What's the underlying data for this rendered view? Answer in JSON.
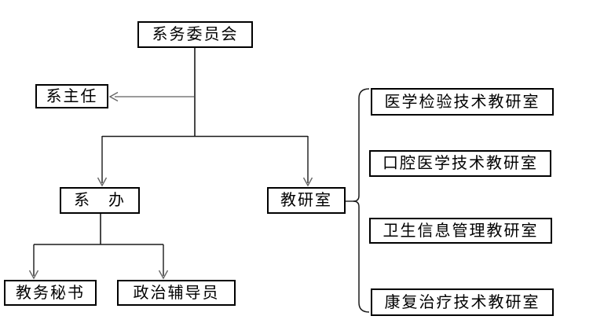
{
  "diagram": {
    "type": "org-chart",
    "colors": {
      "background": "#ffffff",
      "box_border": "#000000",
      "text": "#000000",
      "line": "#1a1a1a",
      "arrowhead": "#666666"
    },
    "nodes": {
      "committee": {
        "label": "系务委员会"
      },
      "director": {
        "label": "系主任"
      },
      "office": {
        "label": "系　办"
      },
      "teachoffice": {
        "label": "教研室"
      },
      "secretary": {
        "label": "教务秘书"
      },
      "counselor": {
        "label": "政治辅导员"
      },
      "dept1": {
        "label": "医学检验技术教研室"
      },
      "dept2": {
        "label": "口腔医学技术教研室"
      },
      "dept3": {
        "label": "卫生信息管理教研室"
      },
      "dept4": {
        "label": "康复治疗技术教研室"
      }
    },
    "edges": [
      {
        "from": "系务委员会",
        "to": "系主任",
        "style": "arrow"
      },
      {
        "from": "系务委员会",
        "to": "系　办",
        "style": "arrow"
      },
      {
        "from": "系务委员会",
        "to": "教研室",
        "style": "arrow"
      },
      {
        "from": "系　办",
        "to": "教务秘书",
        "style": "arrow"
      },
      {
        "from": "系　办",
        "to": "政治辅导员",
        "style": "arrow"
      },
      {
        "from": "教研室",
        "to": "医学检验技术教研室",
        "style": "bracket"
      },
      {
        "from": "教研室",
        "to": "口腔医学技术教研室",
        "style": "bracket"
      },
      {
        "from": "教研室",
        "to": "卫生信息管理教研室",
        "style": "bracket"
      },
      {
        "from": "教研室",
        "to": "康复治疗技术教研室",
        "style": "bracket"
      }
    ]
  }
}
